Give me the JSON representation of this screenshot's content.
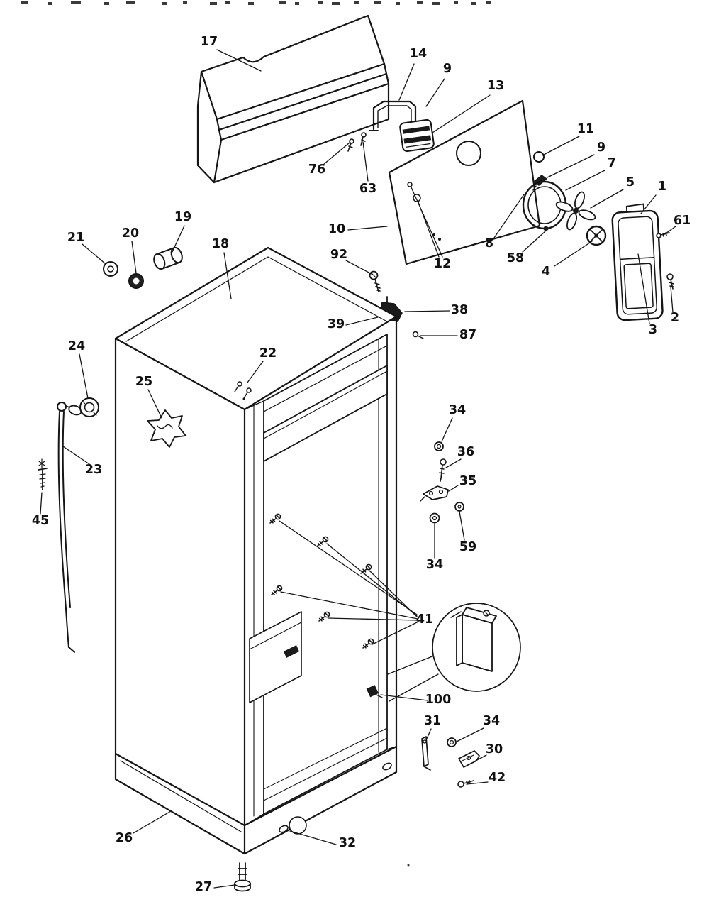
{
  "meta": {
    "background": "#ffffff",
    "ink": "#151515"
  },
  "labels": {
    "p17": "17",
    "p14": "14",
    "p9a": "9",
    "p13": "13",
    "p11": "11",
    "p9b": "9",
    "p7": "7",
    "p5": "5",
    "p1": "1",
    "p61": "61",
    "p76": "76",
    "p63": "63",
    "p10": "10",
    "p12": "12",
    "p58": "58",
    "p8": "8",
    "p4": "4",
    "p92": "92",
    "p2": "2",
    "p3": "3",
    "p21": "21",
    "p20": "20",
    "p19": "19",
    "p18": "18",
    "p39": "39",
    "p38": "38",
    "p87": "87",
    "p22": "22",
    "p24": "24",
    "p25": "25",
    "p23": "23",
    "p45": "45",
    "p34a": "34",
    "p36": "36",
    "p35": "35",
    "p59": "59",
    "p34b": "34",
    "p41": "41",
    "p100": "100",
    "p31": "31",
    "p34c": "34",
    "p30": "30",
    "p42": "42",
    "p32": "32",
    "p26": "26",
    "p27": "27"
  }
}
